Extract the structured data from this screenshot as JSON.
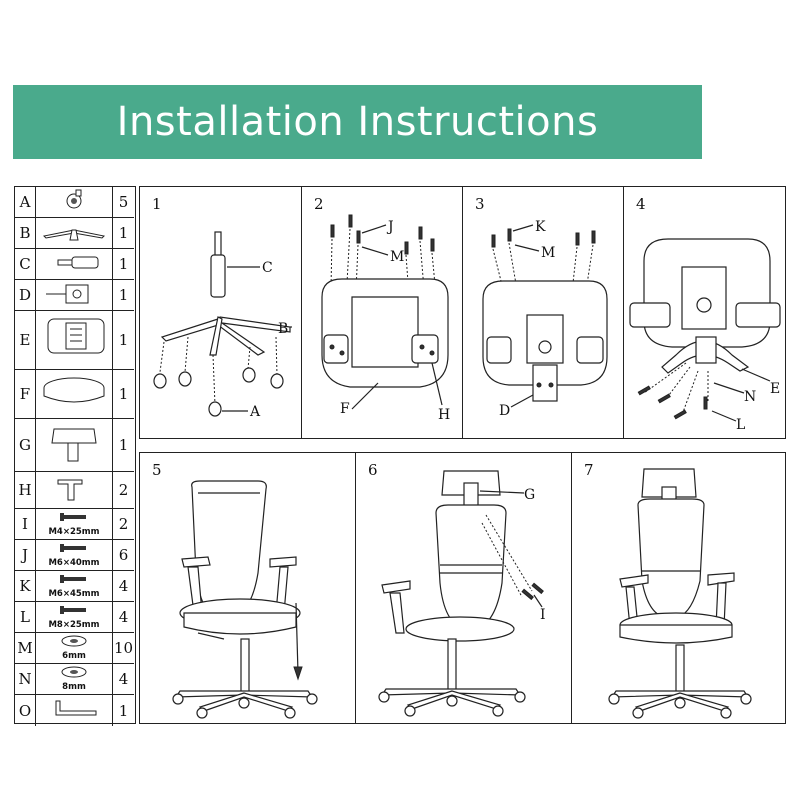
{
  "title": "Installation Instructions",
  "parts": [
    {
      "letter": "A",
      "qty": "5",
      "spec": "",
      "icon": "caster-wheel-icon"
    },
    {
      "letter": "B",
      "qty": "1",
      "spec": "",
      "icon": "star-base-icon"
    },
    {
      "letter": "C",
      "qty": "1",
      "spec": "",
      "icon": "gas-cylinder-icon"
    },
    {
      "letter": "D",
      "qty": "1",
      "spec": "",
      "icon": "tilt-mechanism-icon"
    },
    {
      "letter": "E",
      "qty": "1",
      "spec": "",
      "icon": "backrest-icon"
    },
    {
      "letter": "F",
      "qty": "1",
      "spec": "",
      "icon": "seat-cushion-icon"
    },
    {
      "letter": "G",
      "qty": "1",
      "spec": "",
      "icon": "headrest-icon"
    },
    {
      "letter": "H",
      "qty": "2",
      "spec": "",
      "icon": "armrest-icon"
    },
    {
      "letter": "I",
      "qty": "2",
      "spec": "M4×25mm",
      "icon": "screw-icon"
    },
    {
      "letter": "J",
      "qty": "6",
      "spec": "M6×40mm",
      "icon": "screw-icon"
    },
    {
      "letter": "K",
      "qty": "4",
      "spec": "M6×45mm",
      "icon": "screw-icon"
    },
    {
      "letter": "L",
      "qty": "4",
      "spec": "M8×25mm",
      "icon": "screw-icon"
    },
    {
      "letter": "M",
      "qty": "10",
      "spec": "6mm",
      "icon": "washer-icon"
    },
    {
      "letter": "N",
      "qty": "4",
      "spec": "8mm",
      "icon": "washer-icon"
    },
    {
      "letter": "O",
      "qty": "1",
      "spec": "",
      "icon": "allen-key-icon"
    }
  ],
  "steps": [
    {
      "number": "1",
      "labels": [
        "C",
        "B",
        "A"
      ]
    },
    {
      "number": "2",
      "labels": [
        "J",
        "M",
        "F",
        "H"
      ]
    },
    {
      "number": "3",
      "labels": [
        "K",
        "M",
        "D"
      ]
    },
    {
      "number": "4",
      "labels": [
        "N",
        "E",
        "L"
      ]
    },
    {
      "number": "5",
      "labels": []
    },
    {
      "number": "6",
      "labels": [
        "G",
        "I"
      ]
    },
    {
      "number": "7",
      "labels": []
    }
  ]
}
